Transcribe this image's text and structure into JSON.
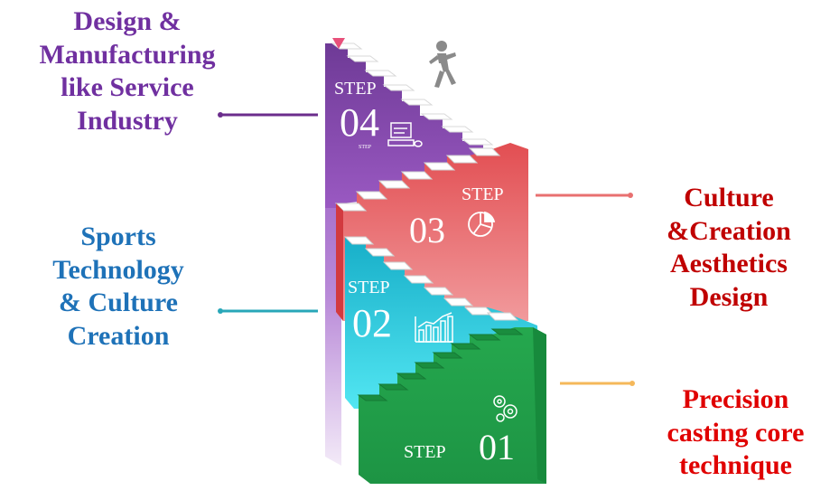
{
  "steps": [
    {
      "number": "01",
      "step_word": "STEP",
      "label_lines": [
        "Precision",
        "casting core",
        "technique"
      ],
      "color": "#e00000",
      "band_color": "#21a24a",
      "icon": "gears-icon",
      "connector_color": "#f5b85a"
    },
    {
      "number": "02",
      "step_word": "STEP",
      "label_lines": [
        "Sports",
        "Technology",
        "& Culture",
        "Creation"
      ],
      "color": "#1e72b8",
      "band_color": "#1fbfd3",
      "icon": "bar-chart-icon",
      "connector_color": "#28a7b8"
    },
    {
      "number": "03",
      "step_word": "STEP",
      "label_lines": [
        "Culture",
        "&Creation",
        "Aesthetics",
        "Design"
      ],
      "color": "#c00000",
      "band_color": "#e56a6e",
      "icon": "pie-chart-icon",
      "connector_color": "#e87070"
    },
    {
      "number": "04",
      "step_word": "STEP",
      "small_word": "STEP",
      "label_lines": [
        "Design &",
        "Manufacturing",
        "like Service",
        "Industry"
      ],
      "color": "#7030a0",
      "band_color": "#7a3e9e",
      "icon": "computer-icon",
      "connector_color": "#6b2d8c"
    }
  ],
  "top_figure_icon": "running-person-icon",
  "top_marker_icon": "arrow-down-icon"
}
